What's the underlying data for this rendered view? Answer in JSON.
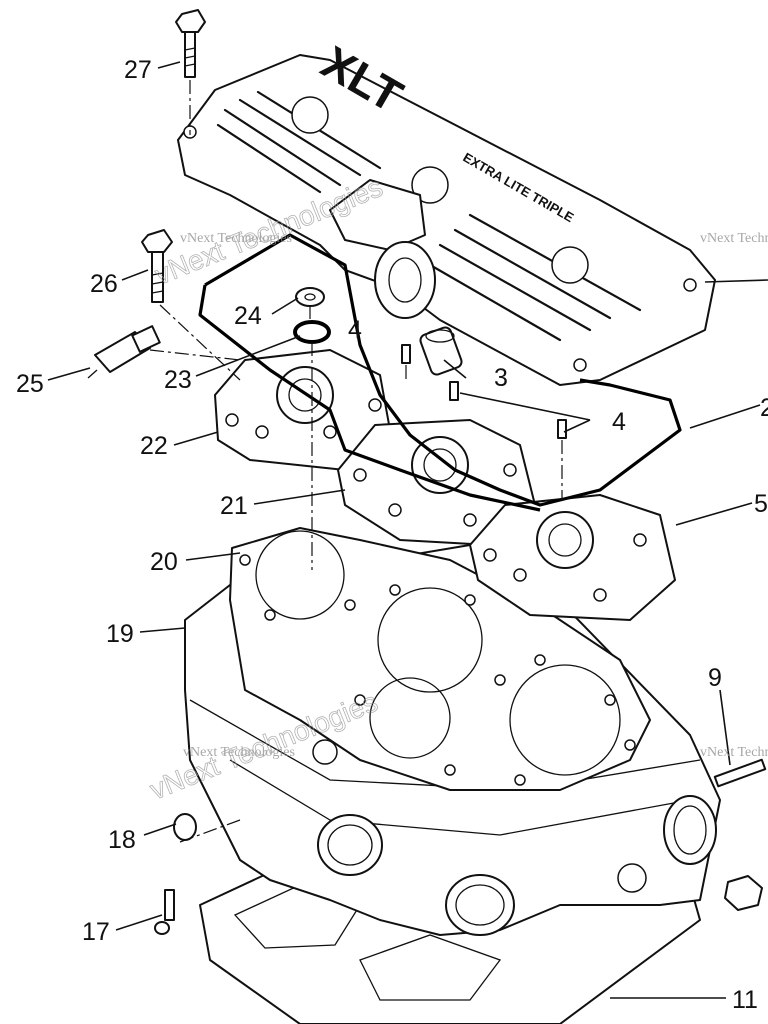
{
  "diagram": {
    "callouts": [
      "27",
      "26",
      "24",
      "25",
      "23",
      "4",
      "3",
      "2",
      "4",
      "22",
      "21",
      "5",
      "20",
      "19",
      "9",
      "18",
      "17",
      "11"
    ],
    "cover_logo": "XLT",
    "cover_subtext": "EXTRA LITE TRIPLE",
    "watermarks": [
      "vNext Technologies",
      "vNext Technologies",
      "vNext Technologies",
      "vNext Technologies",
      "vNext Technologies",
      "vNext Technologies"
    ]
  }
}
